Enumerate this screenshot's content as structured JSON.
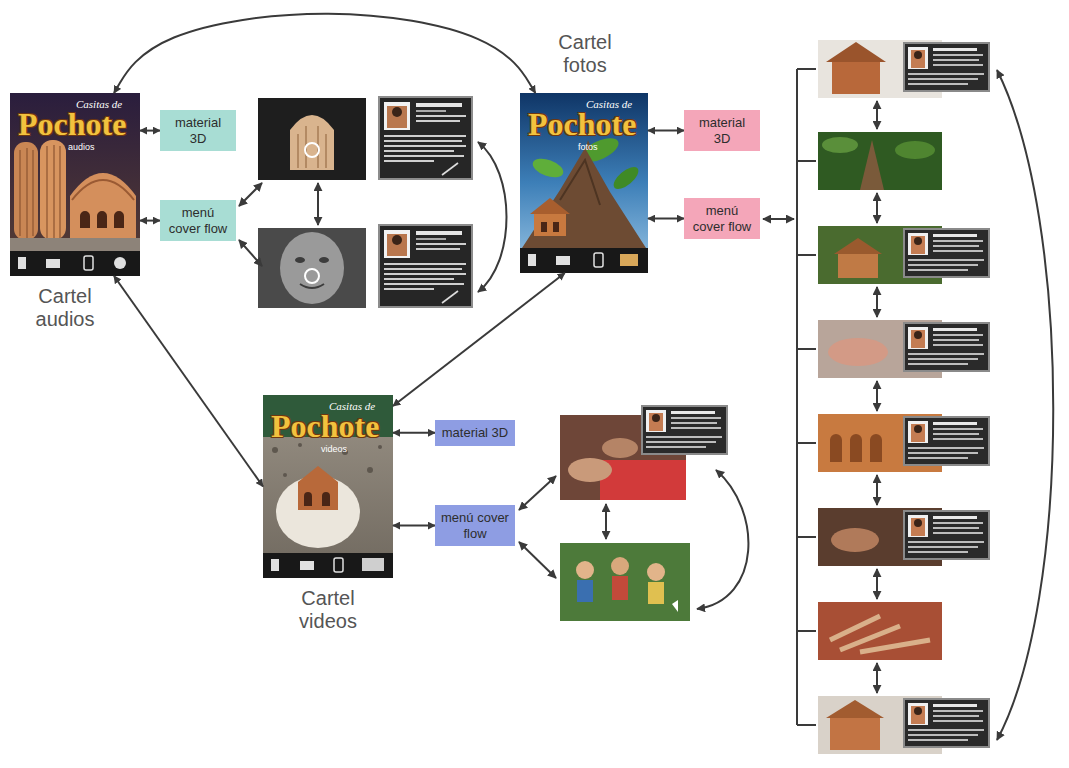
{
  "diagram": {
    "nodes": [
      {
        "text": [
          "Casitas de",
          "Pochote",
          "audios",
          "Cartel audios"
        ]
      },
      {
        "text": [
          "material 3D"
        ]
      },
      {
        "text": [
          "menú cover flow"
        ]
      },
      {
        "text": [
          "Casitas de",
          "Pochote",
          "fotos",
          "Cartel fotos"
        ]
      },
      {
        "text": [
          "material 3D"
        ]
      },
      {
        "text": [
          "menú cover flow"
        ]
      },
      {
        "text": [
          "Casitas de",
          "Pochote",
          "videos",
          "Cartel videos"
        ]
      },
      {
        "text": [
          "material 3D"
        ]
      },
      {
        "text": [
          "menú cover flow"
        ]
      }
    ],
    "edges": [
      {
        "from": 0,
        "to": 3,
        "arrow": "both"
      },
      {
        "from": 0,
        "to": 1,
        "arrow": "both"
      },
      {
        "from": 0,
        "to": 2,
        "arrow": "both"
      },
      {
        "from": 3,
        "to": 4,
        "arrow": "both"
      },
      {
        "from": 3,
        "to": 5,
        "arrow": "both"
      },
      {
        "from": 0,
        "to": 6,
        "arrow": "both"
      },
      {
        "from": 3,
        "to": 6,
        "arrow": "both"
      },
      {
        "from": 6,
        "to": 7,
        "arrow": "both"
      },
      {
        "from": 6,
        "to": 8,
        "arrow": "both"
      }
    ]
  }
}
